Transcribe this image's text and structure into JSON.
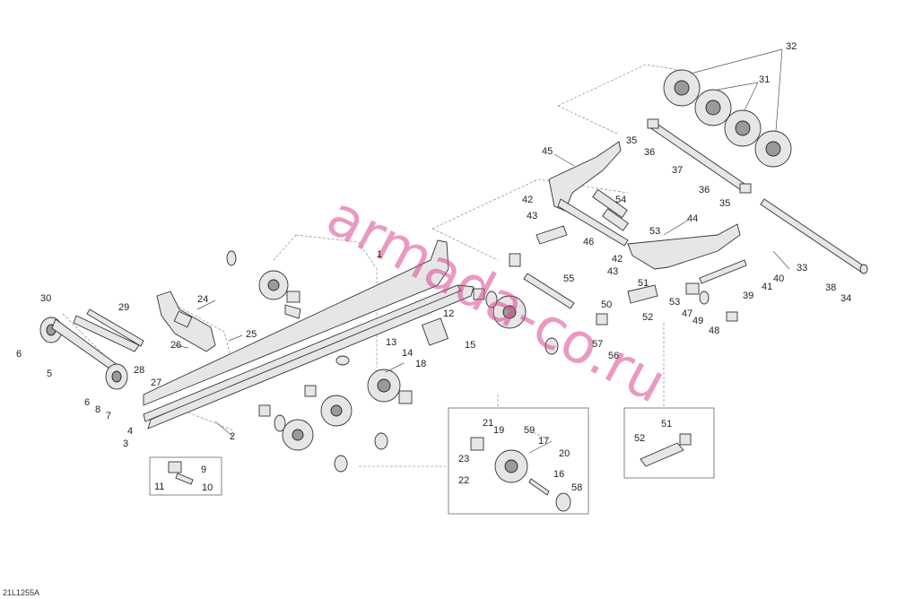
{
  "diagram": {
    "reference_code": "21L1255A",
    "watermark": "armada-co.ru",
    "callouts": [
      {
        "id": "c1",
        "label": "1"
      },
      {
        "id": "c2",
        "label": "2"
      },
      {
        "id": "c3",
        "label": "3"
      },
      {
        "id": "c4",
        "label": "4"
      },
      {
        "id": "c5",
        "label": "5"
      },
      {
        "id": "c6a",
        "label": "6"
      },
      {
        "id": "c6b",
        "label": "6"
      },
      {
        "id": "c7",
        "label": "7"
      },
      {
        "id": "c8",
        "label": "8"
      },
      {
        "id": "c9",
        "label": "9"
      },
      {
        "id": "c10",
        "label": "10"
      },
      {
        "id": "c11",
        "label": "11"
      },
      {
        "id": "c12",
        "label": "12"
      },
      {
        "id": "c13",
        "label": "13"
      },
      {
        "id": "c14",
        "label": "14"
      },
      {
        "id": "c15",
        "label": "15"
      },
      {
        "id": "c16",
        "label": "16"
      },
      {
        "id": "c17",
        "label": "17"
      },
      {
        "id": "c18",
        "label": "18"
      },
      {
        "id": "c19",
        "label": "19"
      },
      {
        "id": "c20",
        "label": "20"
      },
      {
        "id": "c21",
        "label": "21"
      },
      {
        "id": "c22",
        "label": "22"
      },
      {
        "id": "c23",
        "label": "23"
      },
      {
        "id": "c24",
        "label": "24"
      },
      {
        "id": "c25",
        "label": "25"
      },
      {
        "id": "c26",
        "label": "26"
      },
      {
        "id": "c27",
        "label": "27"
      },
      {
        "id": "c28",
        "label": "28"
      },
      {
        "id": "c29",
        "label": "29"
      },
      {
        "id": "c30",
        "label": "30"
      },
      {
        "id": "c31",
        "label": "31"
      },
      {
        "id": "c32",
        "label": "32"
      },
      {
        "id": "c33",
        "label": "33"
      },
      {
        "id": "c34",
        "label": "34"
      },
      {
        "id": "c35a",
        "label": "35"
      },
      {
        "id": "c35b",
        "label": "35"
      },
      {
        "id": "c36a",
        "label": "36"
      },
      {
        "id": "c36b",
        "label": "36"
      },
      {
        "id": "c37",
        "label": "37"
      },
      {
        "id": "c38",
        "label": "38"
      },
      {
        "id": "c39",
        "label": "39"
      },
      {
        "id": "c40",
        "label": "40"
      },
      {
        "id": "c41",
        "label": "41"
      },
      {
        "id": "c42a",
        "label": "42"
      },
      {
        "id": "c42b",
        "label": "42"
      },
      {
        "id": "c43a",
        "label": "43"
      },
      {
        "id": "c43b",
        "label": "43"
      },
      {
        "id": "c44",
        "label": "44"
      },
      {
        "id": "c45",
        "label": "45"
      },
      {
        "id": "c46",
        "label": "46"
      },
      {
        "id": "c47",
        "label": "47"
      },
      {
        "id": "c48",
        "label": "48"
      },
      {
        "id": "c49",
        "label": "49"
      },
      {
        "id": "c50",
        "label": "50"
      },
      {
        "id": "c51a",
        "label": "51"
      },
      {
        "id": "c51b",
        "label": "51"
      },
      {
        "id": "c52a",
        "label": "52"
      },
      {
        "id": "c52b",
        "label": "52"
      },
      {
        "id": "c53a",
        "label": "53"
      },
      {
        "id": "c53b",
        "label": "53"
      },
      {
        "id": "c54",
        "label": "54"
      },
      {
        "id": "c55",
        "label": "55"
      },
      {
        "id": "c56",
        "label": "56"
      },
      {
        "id": "c57",
        "label": "57"
      },
      {
        "id": "c58",
        "label": "58"
      },
      {
        "id": "c59",
        "label": "59"
      }
    ]
  }
}
